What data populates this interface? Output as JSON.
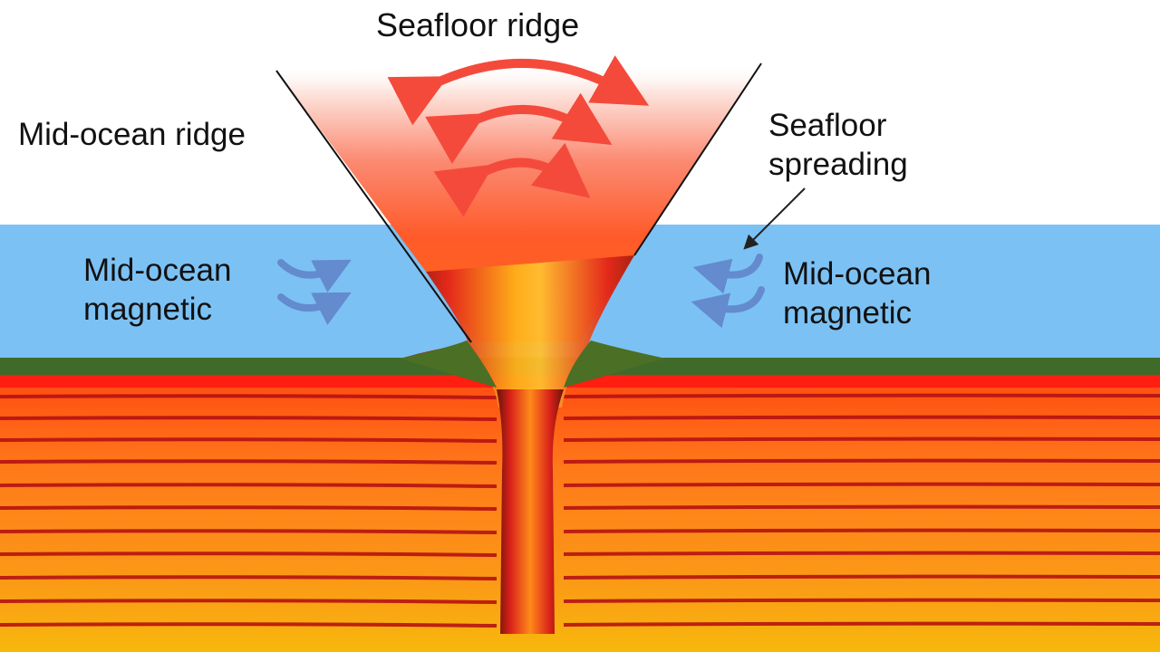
{
  "title": "Seafloor ridge",
  "labels": {
    "mid_ocean_ridge": "Mid-ocean ridge",
    "seafloor_spreading_line1": "Seafloor",
    "seafloor_spreading_line2": "spreading",
    "magnetic_left_line1": "Mid-ocean",
    "magnetic_left_line2": "magnetic",
    "magnetic_right_line1": "Mid-ocean",
    "magnetic_right_line2": "magnetic"
  },
  "colors": {
    "ocean": "#7cc1f4",
    "crust": "#3f6a2a",
    "magma_hot": "#ff2a12",
    "magma_warm": "#ff7a1a",
    "mantle_bottom": "#f7b50c",
    "stripe": "#b51212",
    "heat_arrow": "#f44a3c",
    "flow_arrow": "#5f82c8"
  },
  "icons": {
    "heat_arrows": "curved-double-arrow",
    "flow_arrows": "curved-arrow",
    "pointer": "pointer-arrow"
  }
}
